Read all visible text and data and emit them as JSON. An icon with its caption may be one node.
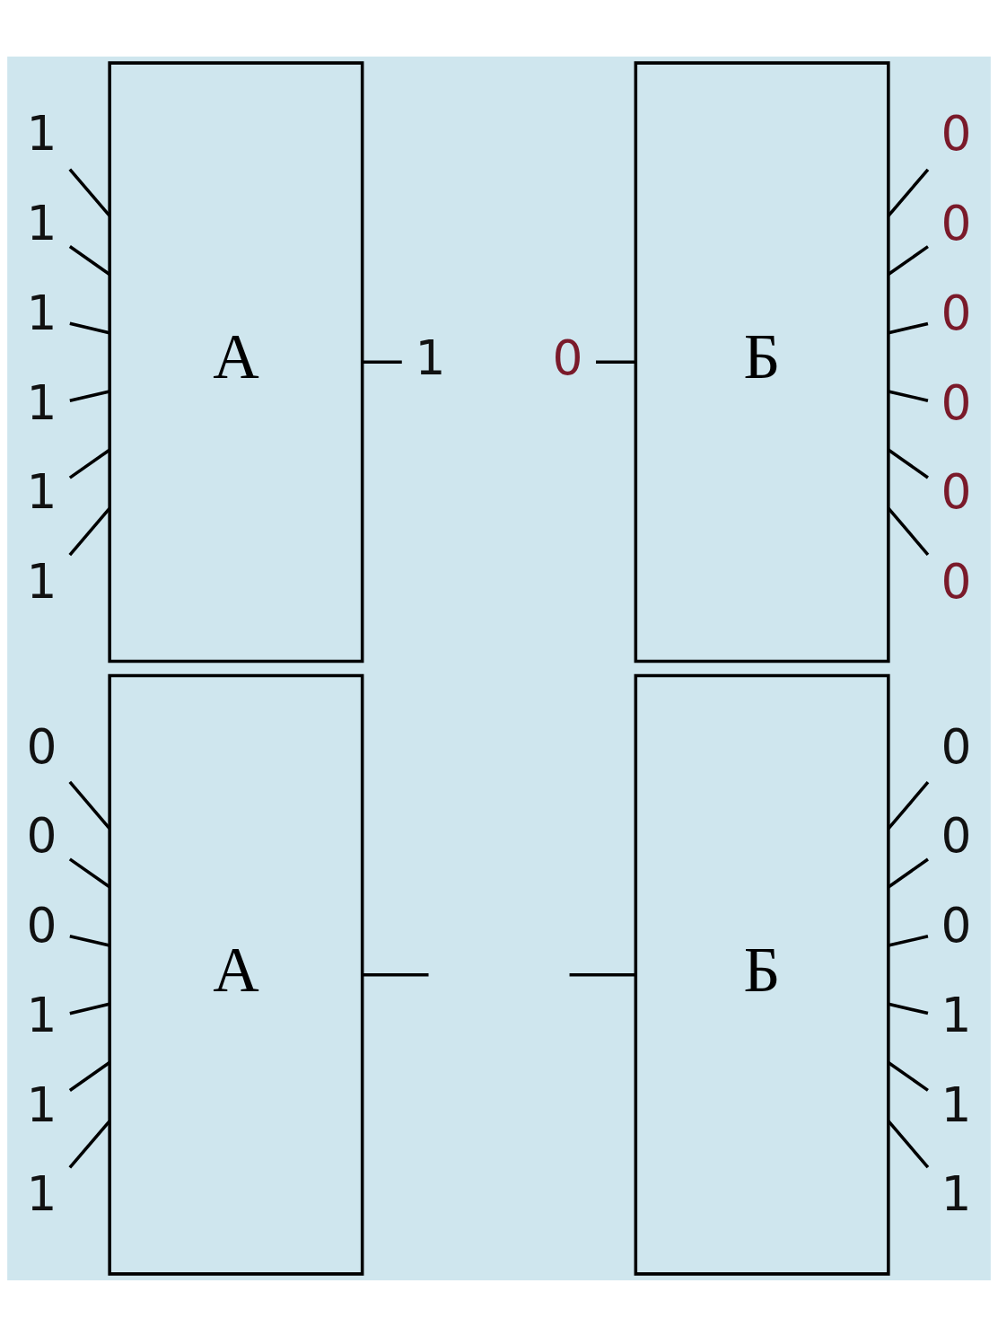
{
  "diagram": {
    "nodes": [
      {
        "text": [
          "A"
        ]
      },
      {
        "text": [
          "Б"
        ]
      },
      {
        "text": [
          "A"
        ]
      },
      {
        "text": [
          "Б"
        ]
      },
      {
        "text": [
          "1"
        ]
      },
      {
        "text": [
          "1"
        ]
      },
      {
        "text": [
          "1"
        ]
      },
      {
        "text": [
          "1"
        ]
      },
      {
        "text": [
          "1"
        ]
      },
      {
        "text": [
          "1"
        ]
      },
      {
        "text": [
          "1"
        ]
      },
      {
        "text": [
          "0"
        ]
      },
      {
        "text": [
          "0"
        ]
      },
      {
        "text": [
          "0"
        ]
      },
      {
        "text": [
          "0"
        ]
      },
      {
        "text": [
          "0"
        ]
      },
      {
        "text": [
          "0"
        ]
      },
      {
        "text": [
          "0"
        ]
      },
      {
        "text": [
          "0"
        ]
      },
      {
        "text": [
          "0"
        ]
      },
      {
        "text": [
          "0"
        ]
      },
      {
        "text": [
          "1"
        ]
      },
      {
        "text": [
          "1"
        ]
      },
      {
        "text": [
          "1"
        ]
      },
      {
        "text": [
          "0"
        ]
      },
      {
        "text": [
          "0"
        ]
      },
      {
        "text": [
          "0"
        ]
      },
      {
        "text": [
          "1"
        ]
      },
      {
        "text": [
          "1"
        ]
      },
      {
        "text": [
          "1"
        ]
      }
    ],
    "edges": [
      {
        "from": 4,
        "to": 0,
        "arrow": "none"
      },
      {
        "from": 5,
        "to": 0,
        "arrow": "none"
      },
      {
        "from": 6,
        "to": 0,
        "arrow": "none"
      },
      {
        "from": 7,
        "to": 0,
        "arrow": "none"
      },
      {
        "from": 8,
        "to": 0,
        "arrow": "none"
      },
      {
        "from": 9,
        "to": 0,
        "arrow": "none"
      },
      {
        "from": 0,
        "to": 10,
        "arrow": "none"
      },
      {
        "from": 11,
        "to": 1,
        "arrow": "none"
      },
      {
        "from": 1,
        "to": 12,
        "arrow": "none"
      },
      {
        "from": 1,
        "to": 13,
        "arrow": "none"
      },
      {
        "from": 1,
        "to": 14,
        "arrow": "none"
      },
      {
        "from": 1,
        "to": 15,
        "arrow": "none"
      },
      {
        "from": 1,
        "to": 16,
        "arrow": "none"
      },
      {
        "from": 1,
        "to": 17,
        "arrow": "none"
      },
      {
        "from": 18,
        "to": 2,
        "arrow": "none"
      },
      {
        "from": 19,
        "to": 2,
        "arrow": "none"
      },
      {
        "from": 20,
        "to": 2,
        "arrow": "none"
      },
      {
        "from": 21,
        "to": 2,
        "arrow": "none"
      },
      {
        "from": 22,
        "to": 2,
        "arrow": "none"
      },
      {
        "from": 23,
        "to": 2,
        "arrow": "none"
      },
      {
        "from": 2,
        "to": null,
        "arrow": "none"
      },
      {
        "from": null,
        "to": 3,
        "arrow": "none"
      },
      {
        "from": 3,
        "to": 24,
        "arrow": "none"
      },
      {
        "from": 3,
        "to": 25,
        "arrow": "none"
      },
      {
        "from": 3,
        "to": 26,
        "arrow": "none"
      },
      {
        "from": 3,
        "to": 27,
        "arrow": "none"
      },
      {
        "from": 3,
        "to": 28,
        "arrow": "none"
      },
      {
        "from": 3,
        "to": 29,
        "arrow": "none"
      }
    ]
  }
}
